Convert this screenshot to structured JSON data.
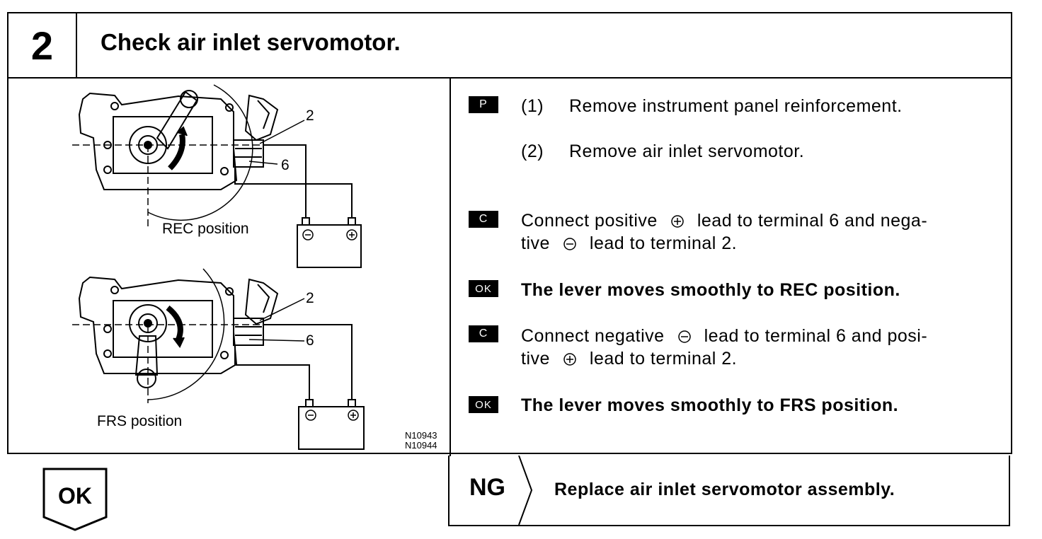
{
  "header": {
    "step_number": "2",
    "title": "Check air inlet servomotor."
  },
  "figure": {
    "top_terminal_2": "2",
    "top_terminal_6": "6",
    "top_caption": "REC position",
    "bottom_terminal_2": "2",
    "bottom_terminal_6": "6",
    "bottom_caption": "FRS position",
    "code_1": "N10943",
    "code_2": "N10944"
  },
  "steps": {
    "tag_p": "P",
    "p1_num": "(1)",
    "p1_text": "Remove instrument panel reinforcement.",
    "p2_num": "(2)",
    "p2_text": "Remove air inlet servomotor.",
    "tag_c1": "C",
    "c1_a": "Connect positive",
    "c1_b": "lead to terminal 6 and nega-",
    "c1_c": "tive",
    "c1_d": "lead to terminal 2.",
    "tag_ok1": "OK",
    "ok1_text": "The lever moves smoothly to REC position.",
    "tag_c2": "C",
    "c2_a": "Connect negative",
    "c2_b": "lead to terminal 6 and posi-",
    "c2_c": "tive",
    "c2_d": "lead to terminal 2.",
    "tag_ok2": "OK",
    "ok2_text": "The lever moves smoothly to FRS position."
  },
  "ok_badge": {
    "label": "OK"
  },
  "ng": {
    "label": "NG",
    "text": "Replace air inlet servomotor assembly."
  }
}
